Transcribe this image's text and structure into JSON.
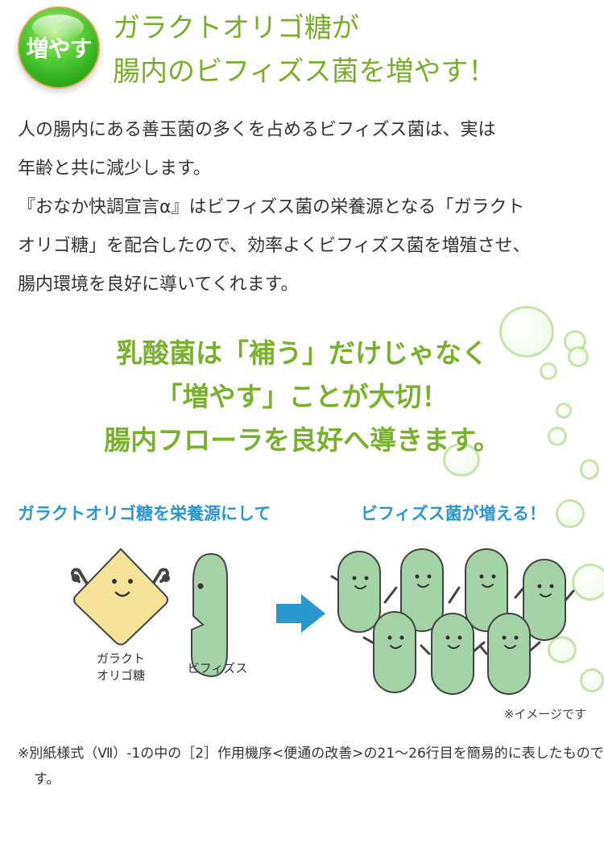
{
  "badge": {
    "label": "増やす"
  },
  "heading": {
    "line1": "ガラクトオリゴ糖が",
    "line2": "腸内のビフィズス菌を増やす！"
  },
  "body": {
    "lines": [
      "人の腸内にある善玉菌の多くを占めるビフィズス菌は、実は",
      "年齢と共に減少します。",
      "『おなか快調宣言α』はビフィズス菌の栄養源となる「ガラクト",
      "オリゴ糖」を配合したので、効率よくビフィズス菌を増殖させ、",
      "腸内環境を良好に導いてくれます。"
    ]
  },
  "catchphrase": {
    "line1": "乳酸菌は「補う」だけじゃなく",
    "line2": "「増やす」ことが大切！",
    "line3": "腸内フローラを良好へ導きます。"
  },
  "diagram": {
    "left_title": "ガラクトオリゴ糖を栄養源にして",
    "right_title": "ビフィズス菌が増える！",
    "galacto_label_line1": "ガラクト",
    "galacto_label_line2": "オリゴ糖",
    "bifidus_label": "ビフィズス",
    "image_note": "※イメージです"
  },
  "footnote": {
    "text": "※別紙様式（Ⅶ）-1の中の［2］作用機序<便通の改善>の21～26行目を簡易的に表したものです。"
  },
  "colors": {
    "heading_green": "#7aae2a",
    "catch_green": "#7ab12c",
    "subtitle_blue": "#2b97cf",
    "arrow_blue": "#2b97cf",
    "bacteria_green": "#a3d3a7",
    "galacto_yellow": "#f5e39a"
  }
}
